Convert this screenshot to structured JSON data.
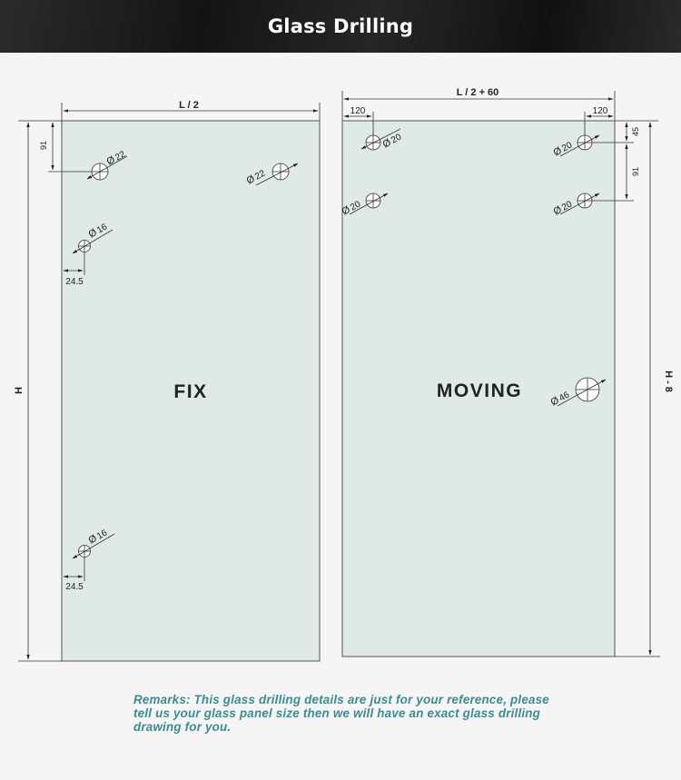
{
  "header": {
    "title": "Glass Drilling"
  },
  "colors": {
    "glass": "#dfe9e5",
    "accent": "#3c8c93",
    "header": "#1a1a1a"
  },
  "fix_panel": {
    "label": "FIX",
    "width_label": "L / 2",
    "height_label": "H",
    "top_offset": "91",
    "hole_top_left": "22",
    "hole_top_right": "22",
    "hole_upper": "16",
    "hole_lower": "16",
    "edge_offset_upper": "24.5",
    "edge_offset_lower": "24.5"
  },
  "moving_panel": {
    "label": "MOVING",
    "width_label": "L / 2 + 60",
    "height_label": "H - 8",
    "left_offset": "120",
    "right_offset": "120",
    "top_offset": "45",
    "vertical_spacing": "91",
    "hole_top_left": "20",
    "hole_top_right": "20",
    "hole_mid_left": "20",
    "hole_mid_right": "20",
    "handle_hole": "46"
  },
  "diameter_symbol": "Ø",
  "remarks": "Remarks: This glass drilling details are just for your reference, please tell us your glass panel size then we will have an exact glass drilling drawing for you."
}
